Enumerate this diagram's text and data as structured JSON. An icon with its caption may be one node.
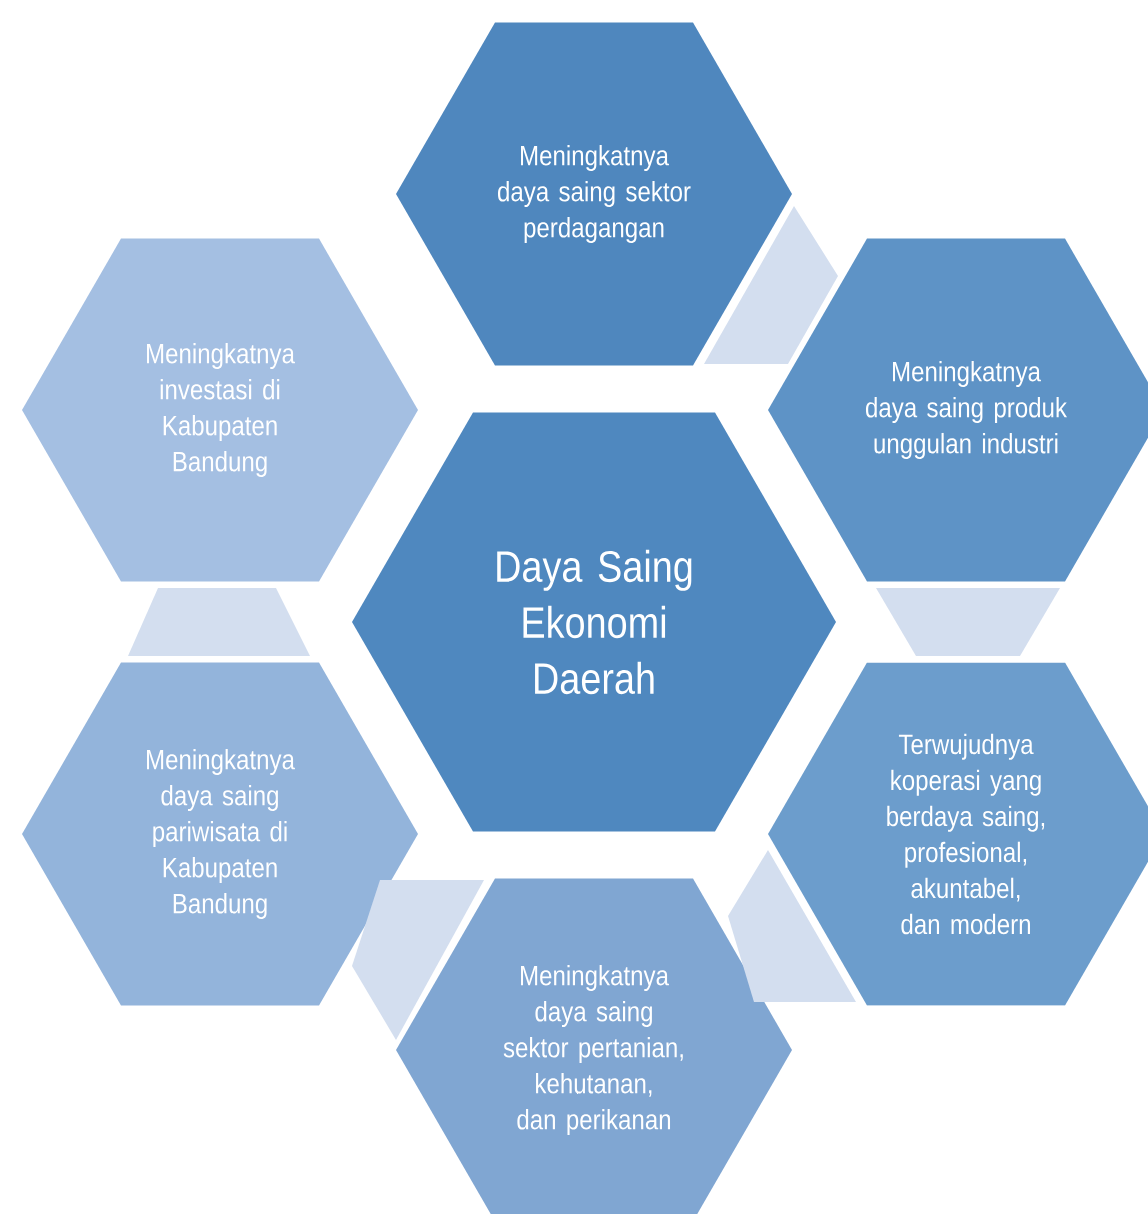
{
  "diagram": {
    "nodes": [
      {
        "text": [
          "Meningkatnya daya saing sektor perdagangan"
        ]
      },
      {
        "text": [
          "Meningkatnya investasi di Kabupaten Bandung"
        ]
      },
      {
        "text": [
          "Meningkatnya daya saing produk unggulan industri"
        ]
      },
      {
        "text": [
          "Daya Saing Ekonomi Daerah"
        ]
      },
      {
        "text": [
          "Meningkatnya daya saing pariwisata di Kabupaten Bandung"
        ]
      },
      {
        "text": [
          "Terwujudnya koperasi yang berdaya saing, profesional, akuntabel, dan modern"
        ]
      },
      {
        "text": [
          "Meningkatnya daya saing sektor pertanian, kehutanan, dan perikanan"
        ]
      }
    ],
    "edges": [
      {
        "from": 0,
        "to": 2,
        "arrow": "none"
      },
      {
        "from": 2,
        "to": 5,
        "arrow": "none"
      },
      {
        "from": 5,
        "to": 6,
        "arrow": "none"
      },
      {
        "from": 6,
        "to": 4,
        "arrow": "none"
      },
      {
        "from": 4,
        "to": 1,
        "arrow": "none"
      }
    ]
  }
}
